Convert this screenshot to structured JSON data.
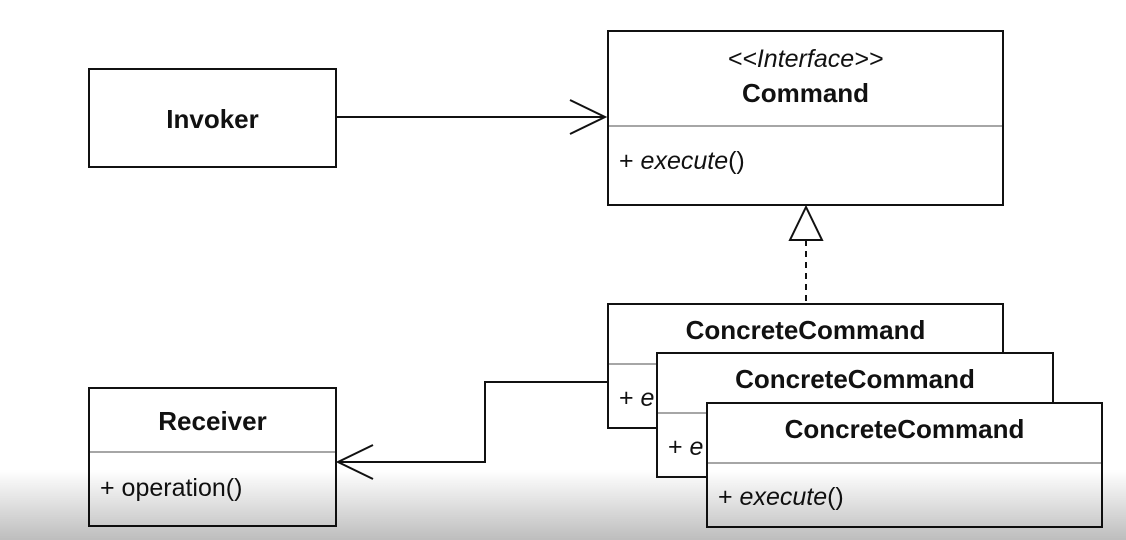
{
  "diagram": {
    "invoker": {
      "name": "Invoker"
    },
    "command": {
      "stereotype": "<<Interface>>",
      "name": "Command",
      "method_prefix": "+ ",
      "method_name": "execute",
      "method_suffix": "()"
    },
    "concrete_commands": [
      {
        "name": "ConcreteCommand",
        "method_prefix": "+ ",
        "method_name": "e",
        "method_suffix": ""
      },
      {
        "name": "ConcreteCommand",
        "method_prefix": "+ ",
        "method_name": "e",
        "method_suffix": ""
      },
      {
        "name": "ConcreteCommand",
        "method_prefix": "+ ",
        "method_name": "execute",
        "method_suffix": "()"
      }
    ],
    "receiver": {
      "name": "Receiver",
      "method": "+ operation()"
    },
    "relations": [
      {
        "from": "Invoker",
        "to": "Command",
        "type": "association"
      },
      {
        "from": "ConcreteCommand",
        "to": "Command",
        "type": "realization"
      },
      {
        "from": "ConcreteCommand",
        "to": "Receiver",
        "type": "association"
      }
    ]
  },
  "colors": {
    "line": "#111111",
    "divider": "#a6a6a6",
    "background": "#ffffff"
  }
}
